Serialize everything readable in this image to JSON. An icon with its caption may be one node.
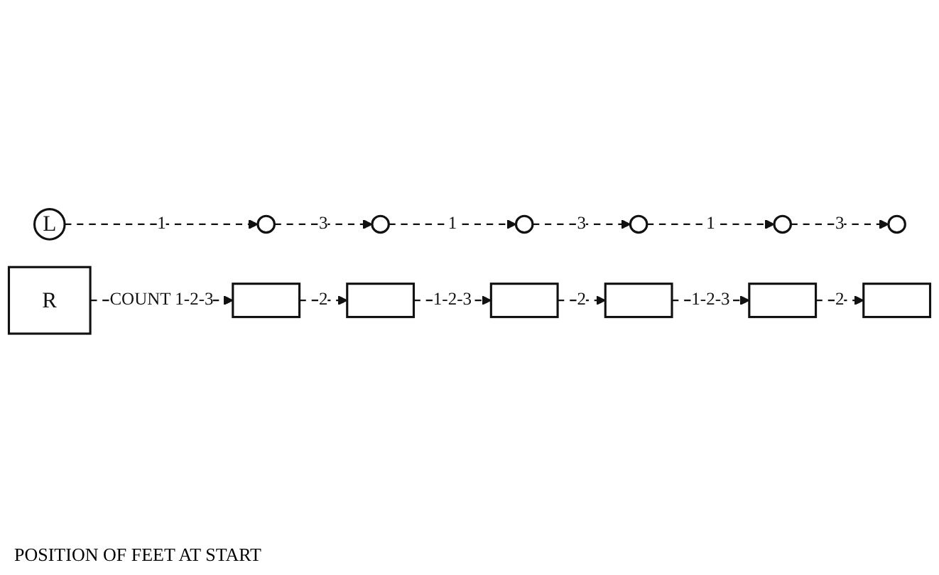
{
  "diagram": {
    "nodes": [
      {
        "text": [
          "L"
        ]
      },
      {
        "text": [
          "R"
        ]
      },
      {
        "text": [],
        "shape": "circle"
      },
      {
        "text": [],
        "shape": "box"
      },
      {
        "text": [],
        "shape": "circle"
      },
      {
        "text": [],
        "shape": "box"
      },
      {
        "text": [],
        "shape": "circle"
      },
      {
        "text": [],
        "shape": "box"
      },
      {
        "text": [],
        "shape": "circle"
      },
      {
        "text": [],
        "shape": "box"
      },
      {
        "text": [],
        "shape": "circle"
      },
      {
        "text": [],
        "shape": "box"
      },
      {
        "text": [],
        "shape": "circle"
      },
      {
        "text": [],
        "shape": "box"
      }
    ],
    "edges": [
      {
        "from": 0,
        "to": 2,
        "arrow": "to",
        "label": "1",
        "style": "dashed"
      },
      {
        "from": 1,
        "to": 3,
        "arrow": "to",
        "label": "COUNT 1-2-3",
        "style": "dashed"
      },
      {
        "from": 2,
        "to": 4,
        "arrow": "to",
        "label": "3",
        "style": "dashed"
      },
      {
        "from": 3,
        "to": 5,
        "arrow": "to",
        "label": "2",
        "style": "dashed"
      },
      {
        "from": 4,
        "to": 6,
        "arrow": "to",
        "label": "1",
        "style": "dashed"
      },
      {
        "from": 5,
        "to": 7,
        "arrow": "to",
        "label": "1-2-3",
        "style": "dashed"
      },
      {
        "from": 6,
        "to": 8,
        "arrow": "to",
        "label": "3",
        "style": "dashed"
      },
      {
        "from": 7,
        "to": 9,
        "arrow": "to",
        "label": "2",
        "style": "dashed"
      },
      {
        "from": 8,
        "to": 10,
        "arrow": "to",
        "label": "1",
        "style": "dashed"
      },
      {
        "from": 9,
        "to": 11,
        "arrow": "to",
        "label": "1-2-3",
        "style": "dashed"
      },
      {
        "from": 10,
        "to": 12,
        "arrow": "to",
        "label": "3",
        "style": "dashed"
      },
      {
        "from": 11,
        "to": 13,
        "arrow": "to",
        "label": "2",
        "style": "dashed"
      }
    ],
    "labels": [
      "POSITION OF FEET AT START"
    ]
  }
}
